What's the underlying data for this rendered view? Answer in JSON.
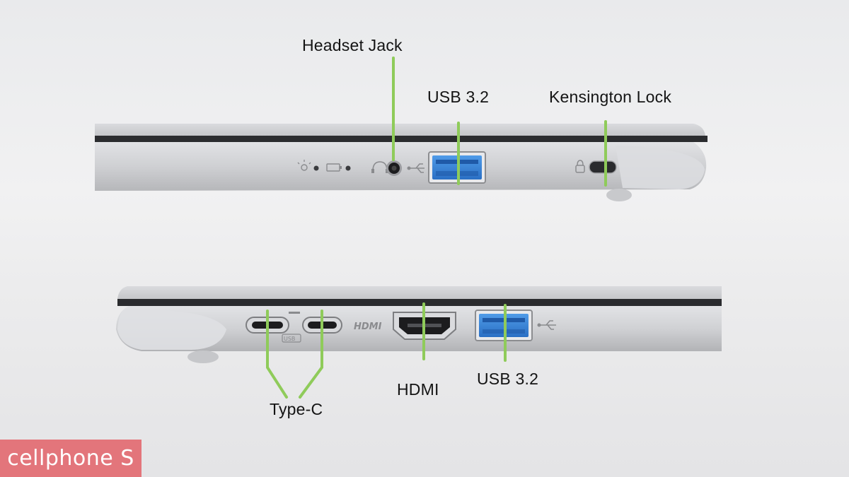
{
  "labels": {
    "headset_jack": "Headset Jack",
    "usb_top": "USB 3.2",
    "kensington": "Kensington Lock",
    "hdmi": "HDMI",
    "usb_bottom": "USB 3.2",
    "type_c": "Type-C"
  },
  "port_marks": {
    "hdmi_logo": "HDMI",
    "usb_c_logo": "USB"
  },
  "brand": {
    "name": "cellphone S"
  },
  "colors": {
    "callout_green": "#8fcb5a",
    "usb_blue": "#2f7fd6",
    "brand_pink": "#e3757b"
  }
}
